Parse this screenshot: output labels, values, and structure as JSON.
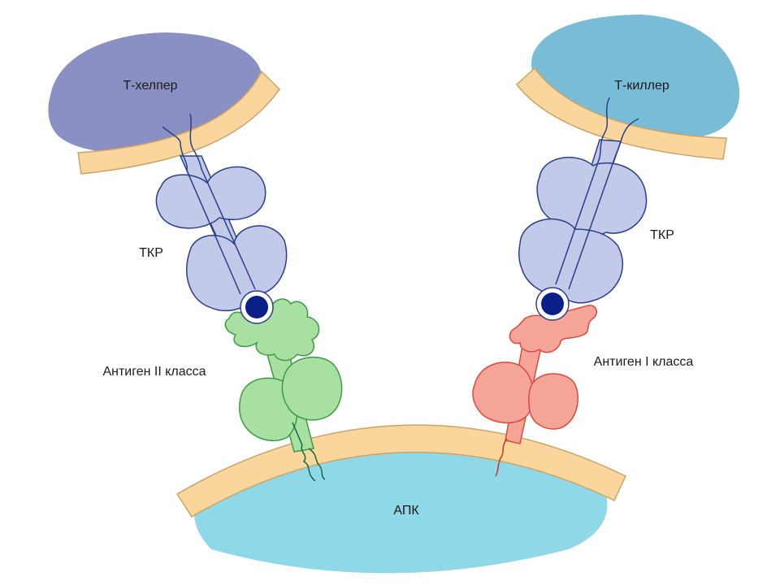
{
  "labels": {
    "t_helper": "Т-хелпер",
    "t_killer": "Т-киллер",
    "tcr_left": "ТКР",
    "tcr_right": "ТКР",
    "antigen_class_ii": "Антиген II класса",
    "antigen_class_i": "Антиген I класса",
    "apc": "АПК"
  },
  "colors": {
    "t_helper_cell": "#8a8fc4",
    "t_killer_cell": "#79bcd6",
    "apc_cell": "#8ed8e8",
    "membrane": "#fbd69c",
    "membrane_stroke": "#c9a46a",
    "tcr_fill": "#c3c9e8",
    "tcr_stroke": "#2a3f8a",
    "mhc_ii_fill": "#a8e0a2",
    "mhc_ii_stroke": "#3d9a46",
    "mhc_i_fill": "#f4a598",
    "mhc_i_stroke": "#d84a3e",
    "peptide": "#0b1f8a"
  }
}
